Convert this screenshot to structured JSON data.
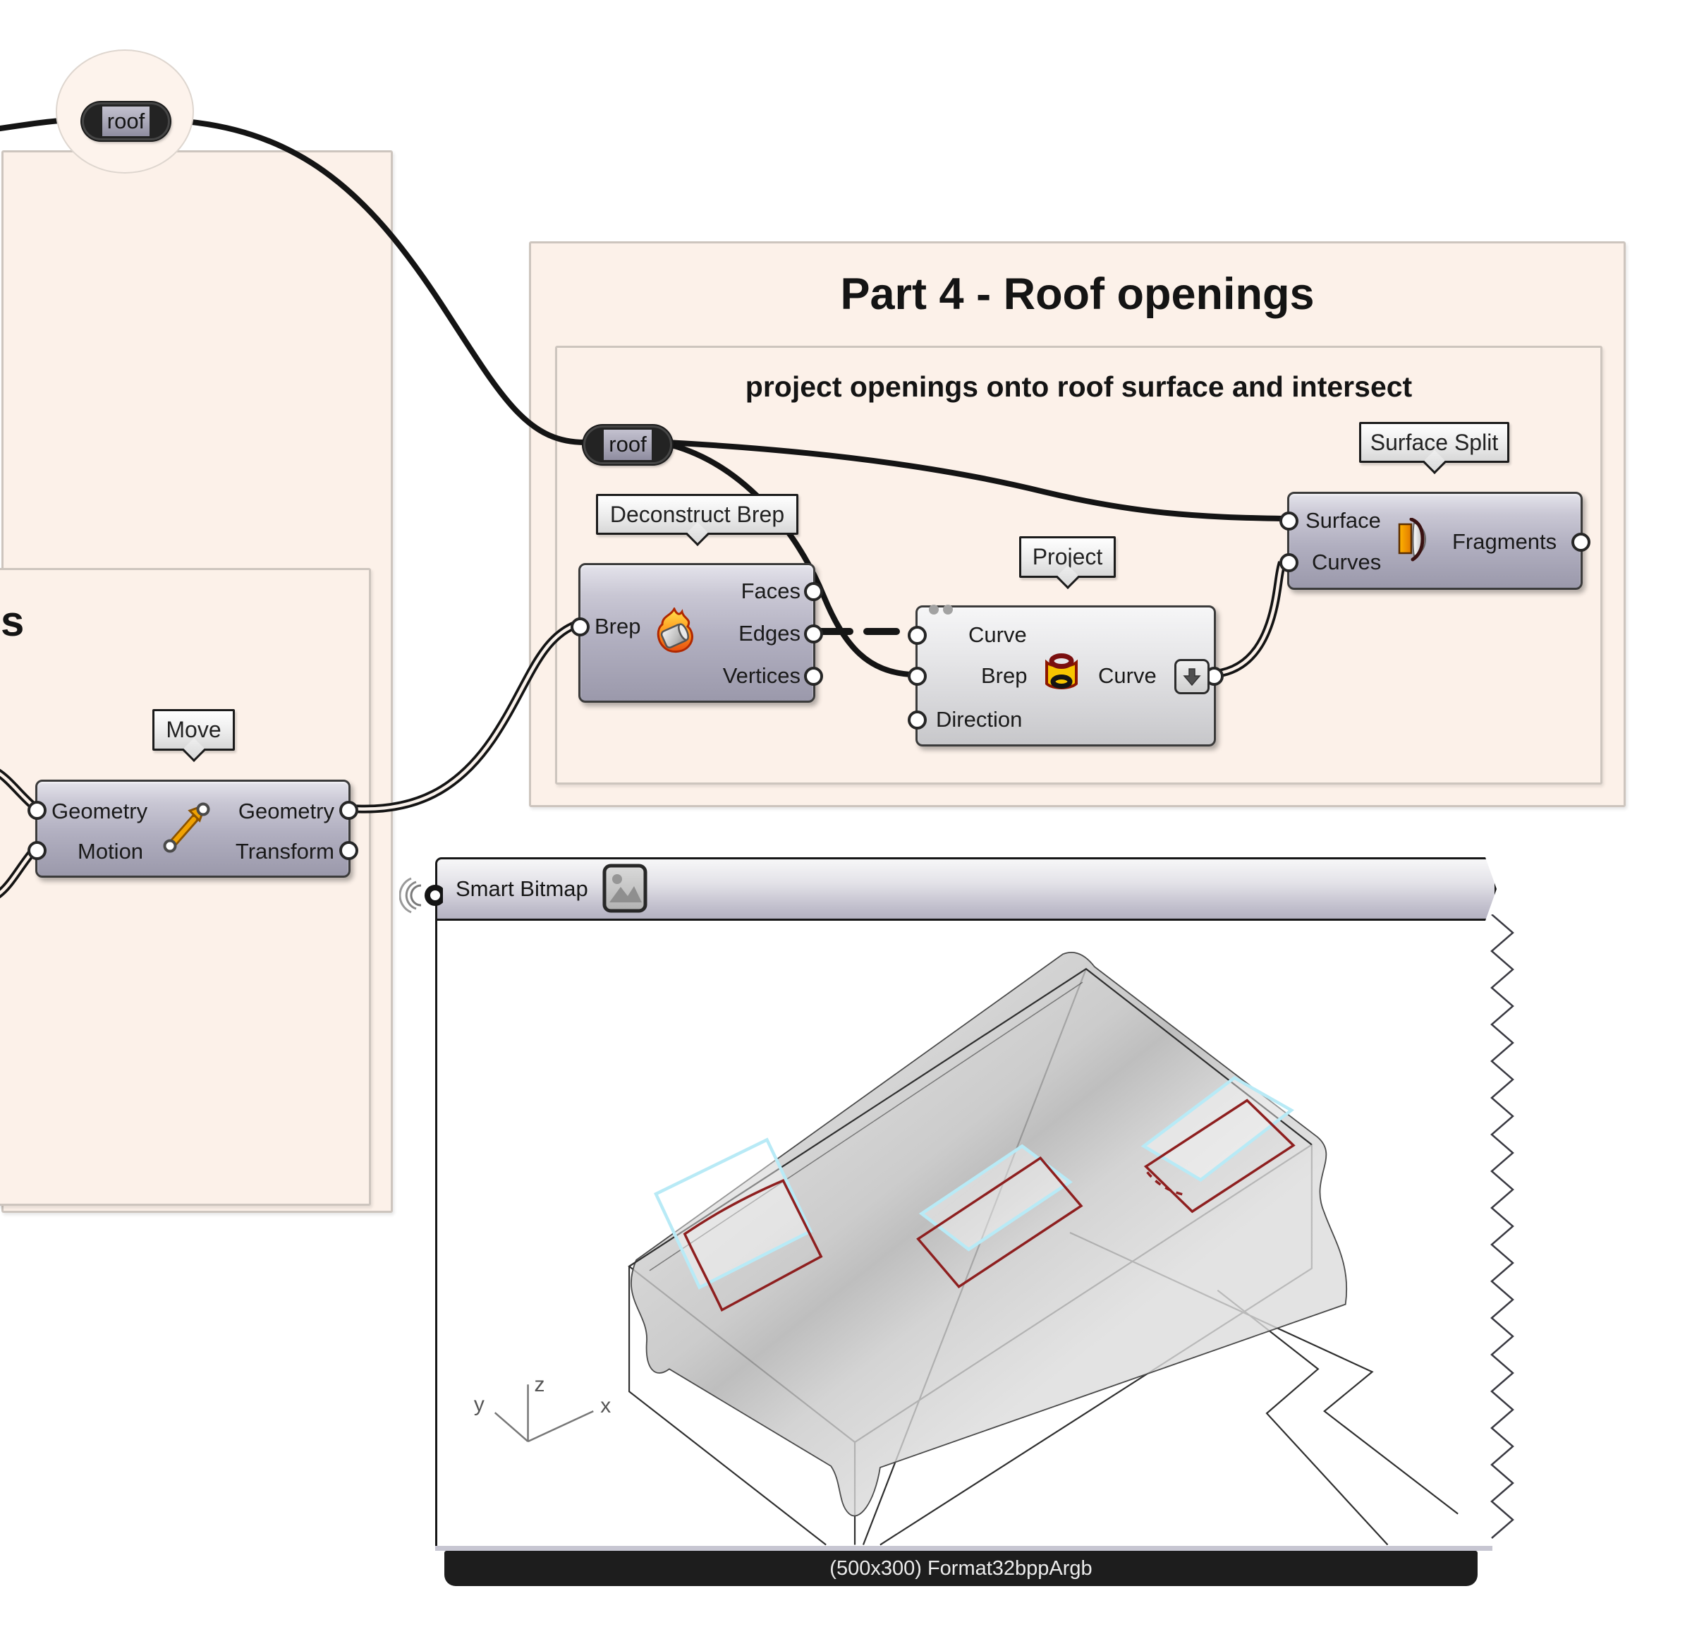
{
  "colors": {
    "canvas_bg": "#ffffff",
    "group_bg": "#fcf1e9",
    "component_gray_violet": "#aaa8b9",
    "wire_black": "#141414",
    "opening_red": "#8e1f1f",
    "opening_cyan": "#b8eaf6",
    "accent_orange": "#f0a202",
    "bar_black": "#1d1d1d"
  },
  "pills": {
    "roof_top": "roof",
    "roof_part4": "roof"
  },
  "groups": {
    "left_inner": {
      "label_fragment": "s"
    },
    "part4": {
      "title": "Part 4 - Roof openings",
      "subtitle": "project openings onto roof surface and intersect"
    }
  },
  "components": {
    "move": {
      "tooltip": "Move",
      "inputs": [
        "Geometry",
        "Motion"
      ],
      "outputs": [
        "Geometry",
        "Transform"
      ]
    },
    "deconstruct_brep": {
      "tooltip": "Deconstruct Brep",
      "inputs": [
        "Brep"
      ],
      "outputs": [
        "Faces",
        "Edges",
        "Vertices"
      ]
    },
    "project": {
      "tooltip": "Project",
      "inputs": [
        "Curve",
        "Brep",
        "Direction"
      ],
      "outputs": [
        "Curve"
      ]
    },
    "surface_split": {
      "tooltip": "Surface Split",
      "inputs": [
        "Surface",
        "Curves"
      ],
      "outputs": [
        "Fragments"
      ]
    }
  },
  "smart_bitmap": {
    "title": "Smart Bitmap",
    "caption": "(500x300) Format32bppArgb",
    "axis_labels": {
      "x": "x",
      "y": "y",
      "z": "z"
    }
  }
}
